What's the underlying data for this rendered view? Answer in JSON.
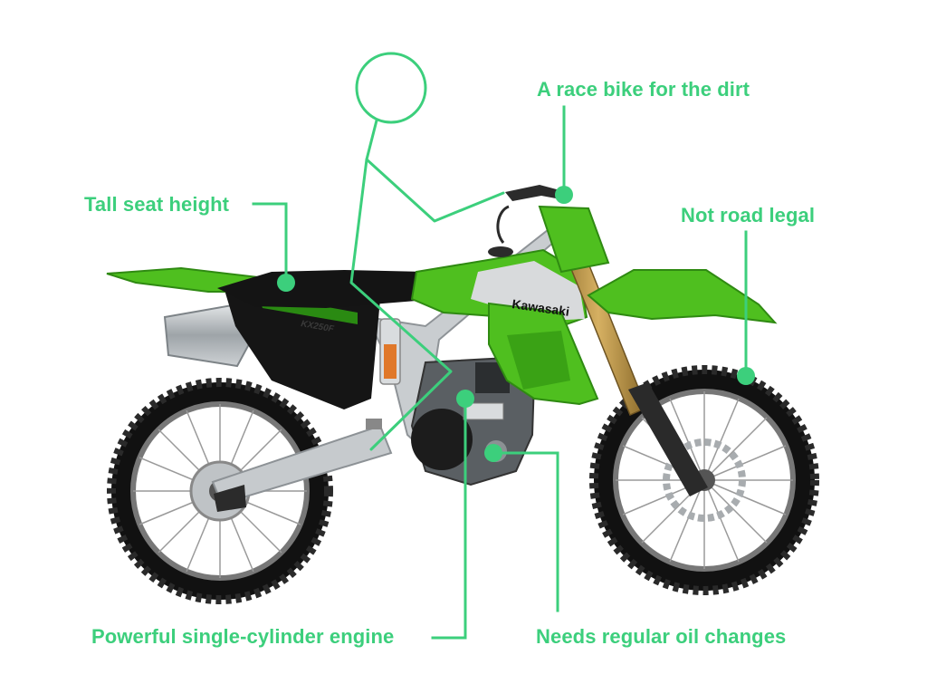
{
  "accent_color": "#3ccf7c",
  "bike": {
    "brand_text": "Kawasaki",
    "model_text": "KX250F",
    "colors": {
      "body_green": "#4fbf1f",
      "dark_green": "#2f8a12",
      "black": "#141414",
      "silver": "#c9cdd0",
      "gold_fork": "#b08a3c"
    }
  },
  "callouts": {
    "race_bike": "A race bike for the dirt",
    "seat_height": "Tall seat height",
    "road_legal": "Not road legal",
    "engine": "Powerful single-cylinder engine",
    "oil": "Needs regular oil changes"
  }
}
